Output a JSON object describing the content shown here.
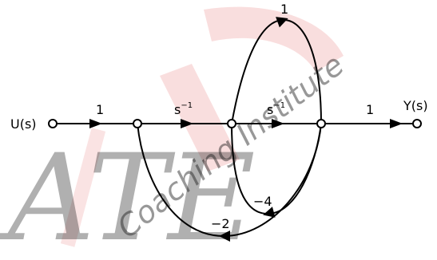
{
  "diagram": {
    "input_label": "U(s)",
    "output_label": "Y(s)",
    "branches": {
      "input_gain": "1",
      "first_integrator": "s",
      "first_integrator_exp": "−1",
      "second_integrator": "s",
      "second_integrator_exp": "−1",
      "output_gain": "1",
      "feedforward_gain": "1",
      "inner_feedback_gain": "−4",
      "outer_feedback_gain": "−2"
    }
  },
  "watermark": {
    "text_left": "ATE",
    "text_center": "Coaching Institute",
    "colors": {
      "accent": "#e03030",
      "gray": "#b5b5b5"
    }
  }
}
